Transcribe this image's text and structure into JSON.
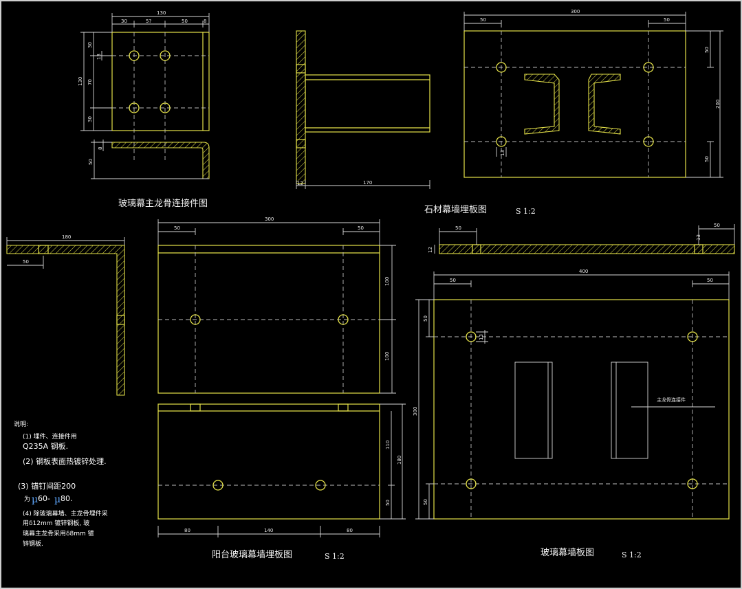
{
  "titles": {
    "glass_main_connector": "玻璃幕主龙骨连接件图",
    "stone_embed": "石材幕墙埋板图",
    "stone_embed_scale": "S 1:2",
    "balcony_embed": "阳台玻璃幕墙埋板图",
    "balcony_embed_scale": "S 1:2",
    "glass_plate": "玻璃幕墙板图",
    "glass_plate_scale": "S 1:2"
  },
  "dims": {
    "connector_top_total": "130",
    "connector_top_a": "30",
    "connector_top_b": "5?",
    "connector_top_c": "50",
    "connector_top_d": "8",
    "connector_left_total": "130",
    "connector_left_a": "30",
    "connector_left_b": "70",
    "connector_left_c": "30",
    "connector_hole": "13",
    "connector_thk": "8",
    "connector_leg": "50",
    "side_thk": "12",
    "side_len": "170",
    "stone_top_total": "300",
    "stone_top_left": "50",
    "stone_top_right": "50",
    "stone_right_a": "50",
    "stone_right_total": "200",
    "stone_right_b": "50",
    "stone_hole": "13",
    "angle_len": "180",
    "angle_off": "50",
    "balcony_top_total": "300",
    "balcony_top_left": "50",
    "balcony_top_right": "50",
    "balcony_right_a": "100",
    "balcony_right_b": "100",
    "balcony_right2_total": "180",
    "balcony_right2_a": "110",
    "balcony_right2_b": "50",
    "balcony_bottom_a": "80",
    "balcony_bottom_b": "140",
    "balcony_bottom_c": "80",
    "glass_strip_left": "50",
    "glass_strip_right": "50",
    "glass_strip_thk": "12",
    "glass_strip_hole": "13",
    "glass_top_total": "400",
    "glass_top_left": "50",
    "glass_top_right": "50",
    "glass_left_total": "300",
    "glass_left_a": "50",
    "glass_left_b": "50",
    "glass_hole": "13",
    "glass_callout": "主龙骨连接件"
  },
  "notes": {
    "heading": "说明:",
    "n1a": "(1) 埋件、连接件用",
    "n1b": "Q235A 钢板.",
    "n2": "(2) 钢板表面热镀锌处理.",
    "n3a": "(3) 锚钉间距200",
    "n3b_pre": "为",
    "n3b_mu1": "µ",
    "n3b_mid": "60-",
    "n3b_mu2": "µ",
    "n3b_post": " 80.",
    "n4a": "(4) 除玻璃幕墙、主龙骨埋件采",
    "n4b": "用δ12mm 镀锌钢板, 玻",
    "n4c": "璃幕主龙骨采用δ8mm 镀",
    "n4d": "锌钢板."
  },
  "colors": {
    "line": "#e6e34a",
    "background": "#000000",
    "text": "#ffffff",
    "mu": "#5fa8ff"
  }
}
